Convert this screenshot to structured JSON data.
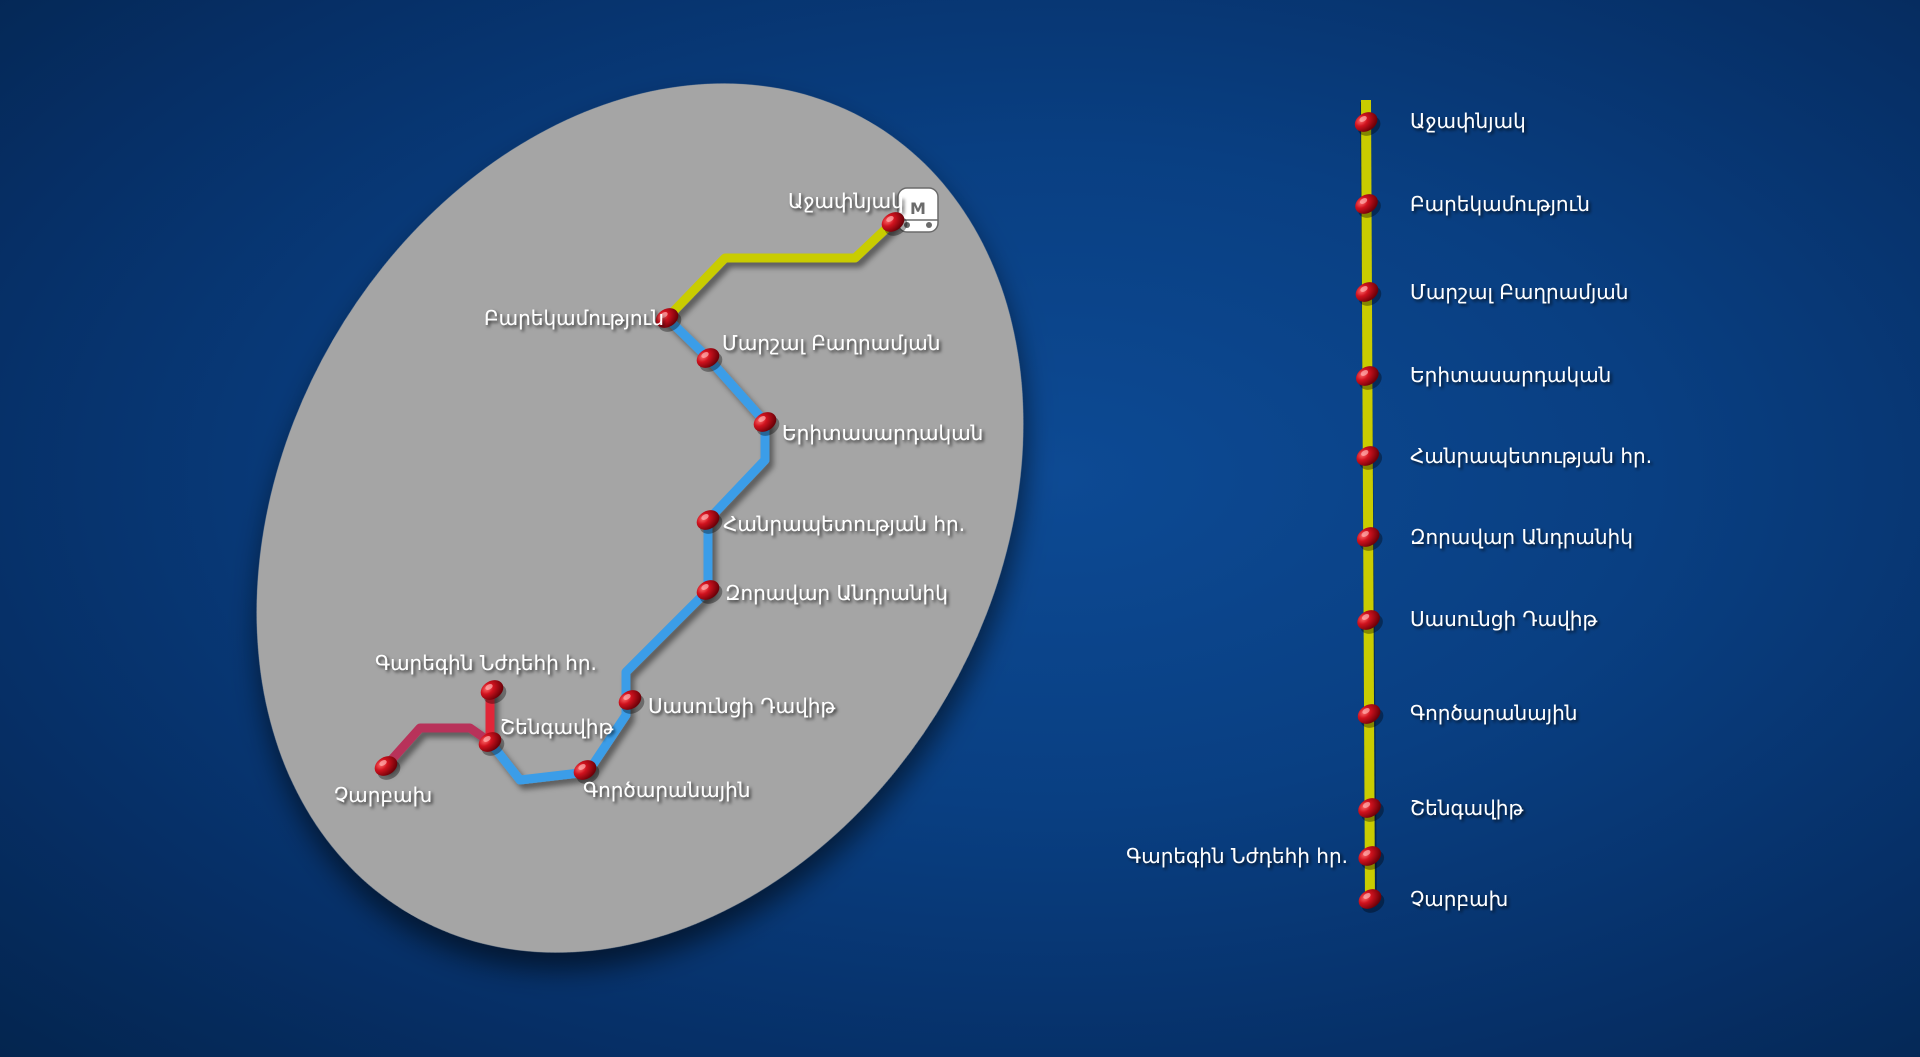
{
  "colors": {
    "background": "#0a3f84",
    "map_disc": "#a5a5a5",
    "line_yellow": "#c9cc00",
    "line_blue": "#3a9de8",
    "line_crimson": "#b8305a",
    "line_red": "#e02838",
    "station_marker": "#c4101c",
    "text": "#ffffff"
  },
  "metro_logo": {
    "icon": "metro-train-icon",
    "letter": "M"
  },
  "map": {
    "stations": [
      {
        "id": "azhdanyak",
        "name": "Աջափնյակ",
        "line": "yellow"
      },
      {
        "id": "barekamutyun",
        "name": "Բարեկամություն",
        "line": "yellow-blue"
      },
      {
        "id": "marshal",
        "name": "Մարշալ Բաղրամյան",
        "line": "blue"
      },
      {
        "id": "yeritasardakan",
        "name": "Երիտասարդական",
        "line": "blue"
      },
      {
        "id": "hanrapetutyan",
        "name": "Հանրապետության հր.",
        "line": "blue"
      },
      {
        "id": "zoravar",
        "name": "Զորավար Անդրանիկ",
        "line": "blue"
      },
      {
        "id": "sasuntsi",
        "name": "Սասունցի Դավիթ",
        "line": "blue"
      },
      {
        "id": "gortsaranayin",
        "name": "Գործարանային",
        "line": "blue"
      },
      {
        "id": "shengavit",
        "name": "Շենգավիթ",
        "line": "blue-crimson-red"
      },
      {
        "id": "garegin",
        "name": "Գարեգին Նժդեհի հր.",
        "line": "red"
      },
      {
        "id": "charbakh",
        "name": "Չարբախ",
        "line": "crimson"
      }
    ]
  },
  "schematic": {
    "stations": [
      "Աջափնյակ",
      "Բարեկամություն",
      "Մարշալ Բաղրամյան",
      "Երիտասարդական",
      "Հանրապետության հր.",
      "Զորավար Անդրանիկ",
      "Սասունցի Դավիթ",
      "Գործարանային",
      "Շենգավիթ",
      "Գարեգին Նժդեհի հր.",
      "Չարբախ"
    ]
  }
}
